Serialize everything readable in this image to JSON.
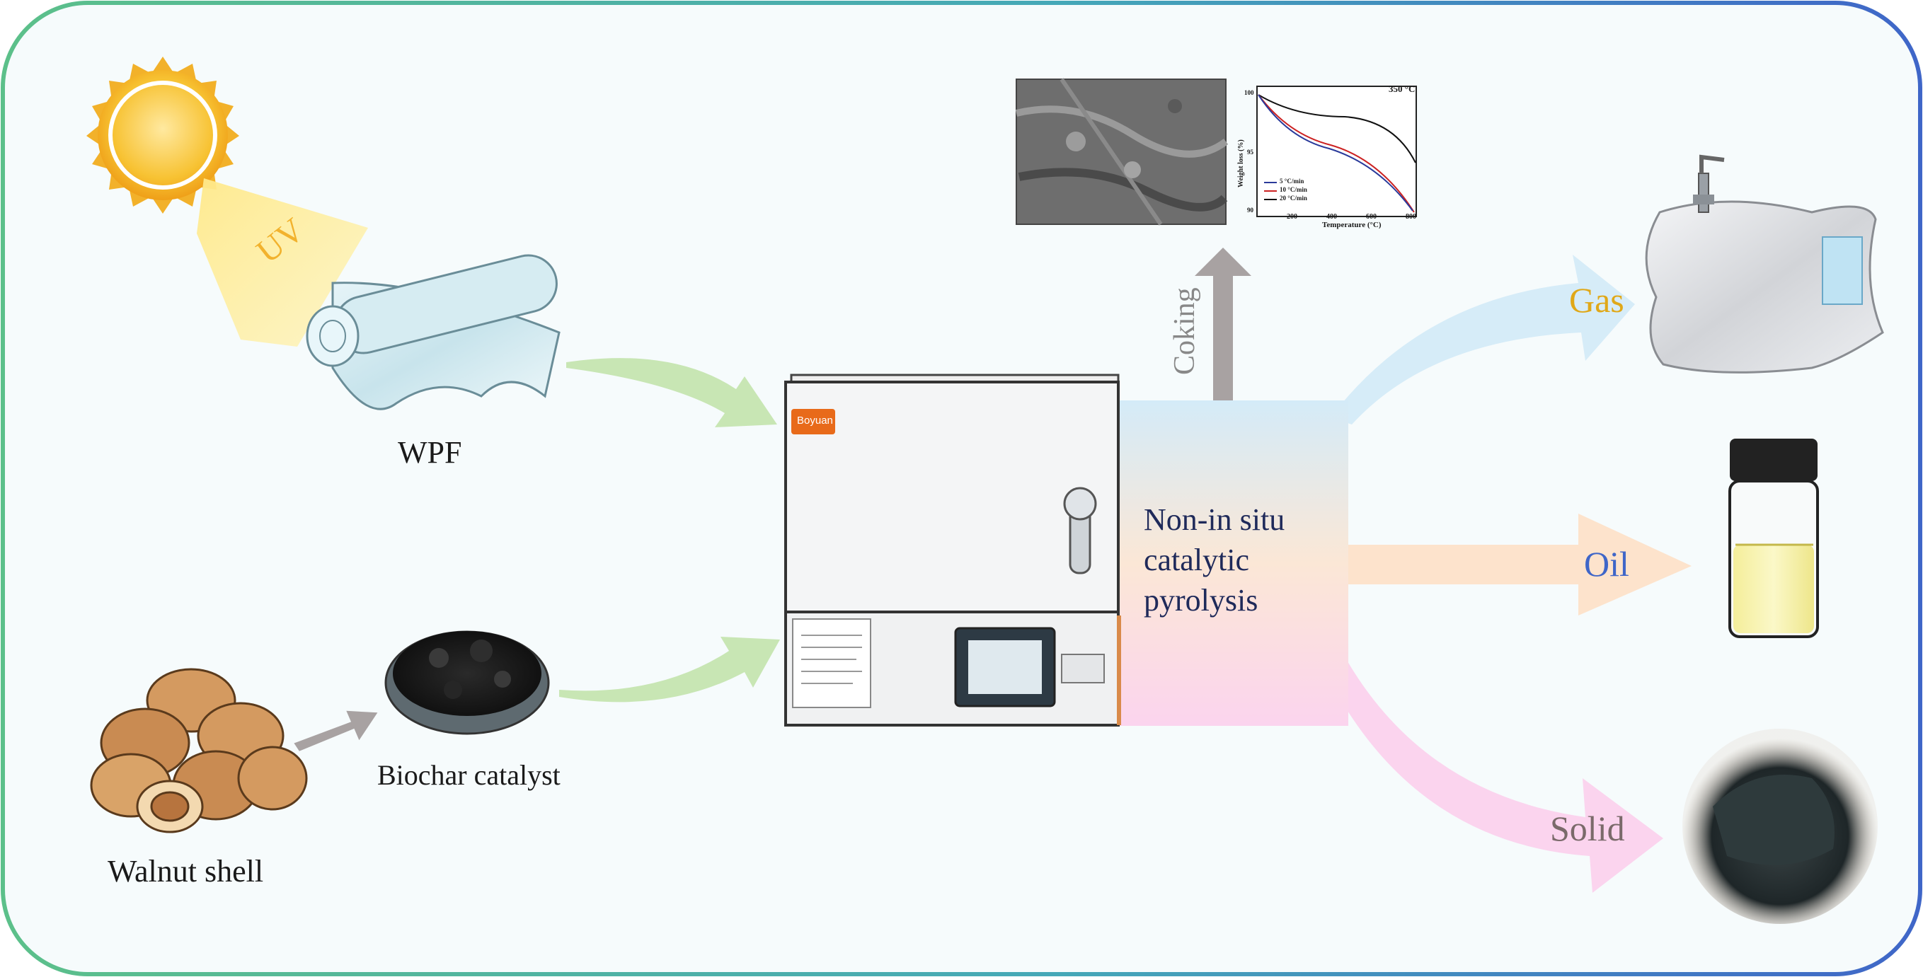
{
  "labels": {
    "uv": "UV",
    "wpf": "WPF",
    "biochar": "Biochar catalyst",
    "walnut": "Walnut shell",
    "coking": "Coking",
    "process": [
      "Non-in situ",
      "catalytic",
      "pyrolysis"
    ],
    "gas": "Gas",
    "oil": "Oil",
    "solid": "Solid"
  },
  "furnace": {
    "brand": "Boyuan"
  },
  "tga": {
    "corner_label": "350 °C",
    "ylabel": "Weight loss (%)",
    "xlabel": "Temperature (°C)",
    "xticks": [
      "200",
      "400",
      "600",
      "800"
    ],
    "yticks": [
      "100",
      "95",
      "90"
    ],
    "legend": [
      "5 °C/min",
      "10 °C/min",
      "20 °C/min"
    ]
  },
  "colors": {
    "border_left": "#5cc08a",
    "border_right": "#3f66c8",
    "gas": "#e0a818",
    "oil": "#3f66c8",
    "solid": "#7a6a6a",
    "arrow_green": "#c8e6b4",
    "arrow_gray": "#a8a2a2",
    "flow_blue": "#d6ecf8",
    "flow_peach": "#fde3cc",
    "flow_pink": "#fbd4ee"
  }
}
